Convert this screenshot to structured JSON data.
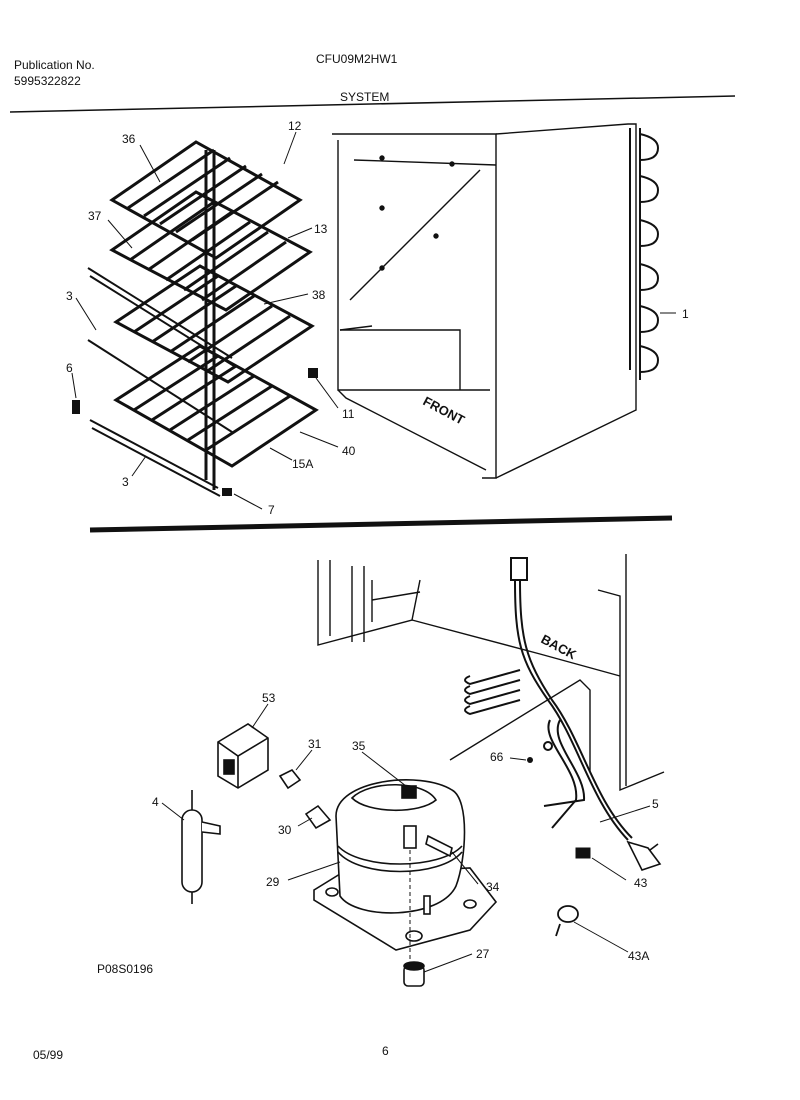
{
  "header": {
    "publication_label": "Publication No.",
    "publication_number": "5995322822",
    "model": "CFU09M2HW1",
    "section": "SYSTEM"
  },
  "footer": {
    "reference_code": "P08S0196",
    "date": "05/99",
    "page": "6"
  },
  "diagram_labels": {
    "front": "FRONT",
    "back": "BACK"
  },
  "callouts_top": {
    "c36": "36",
    "c12": "12",
    "c13": "13",
    "c37": "37",
    "c38": "38",
    "c3a": "3",
    "c1": "1",
    "c6": "6",
    "c11": "11",
    "c40": "40",
    "c15a": "15A",
    "c3b": "3",
    "c7": "7"
  },
  "callouts_bottom": {
    "c53": "53",
    "c31": "31",
    "c35": "35",
    "c66": "66",
    "c5": "5",
    "c4": "4",
    "c30": "30",
    "c29": "29",
    "c34": "34",
    "c43": "43",
    "c27": "27",
    "c43a": "43A"
  }
}
